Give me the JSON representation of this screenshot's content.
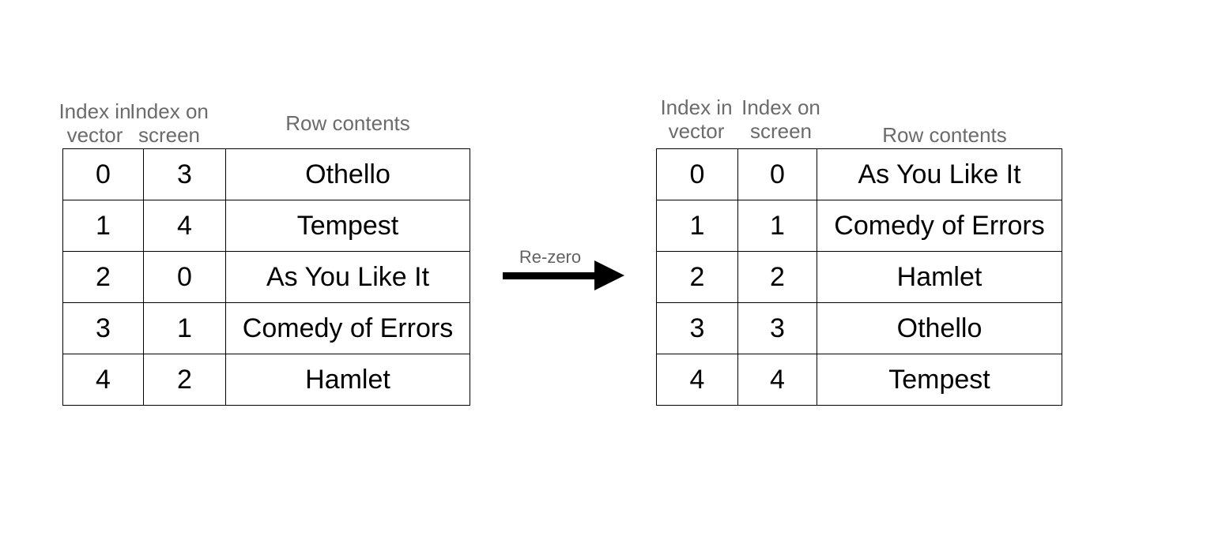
{
  "colors": {
    "background": "#ffffff",
    "header_text": "#6b6b6b",
    "cell_text": "#000000",
    "table_border": "#000000",
    "arrow": "#000000",
    "arrow_label_text": "#636363"
  },
  "arrow": {
    "label": "Re-zero"
  },
  "left_table": {
    "headers": {
      "index_in_vector_line1": "Index in",
      "index_in_vector_line2": "vector",
      "index_on_screen_line1": "Index on",
      "index_on_screen_line2": "screen",
      "row_contents": "Row contents"
    },
    "rows": [
      {
        "index_in_vector": "0",
        "index_on_screen": "3",
        "row_contents": "Othello"
      },
      {
        "index_in_vector": "1",
        "index_on_screen": "4",
        "row_contents": "Tempest"
      },
      {
        "index_in_vector": "2",
        "index_on_screen": "0",
        "row_contents": "As You Like It"
      },
      {
        "index_in_vector": "3",
        "index_on_screen": "1",
        "row_contents": "Comedy of Errors"
      },
      {
        "index_in_vector": "4",
        "index_on_screen": "2",
        "row_contents": "Hamlet"
      }
    ]
  },
  "right_table": {
    "headers": {
      "index_in_vector_line1": "Index in",
      "index_in_vector_line2": "vector",
      "index_on_screen_line1": "Index on",
      "index_on_screen_line2": "screen",
      "row_contents": "Row contents"
    },
    "rows": [
      {
        "index_in_vector": "0",
        "index_on_screen": "0",
        "row_contents": "As You Like It"
      },
      {
        "index_in_vector": "1",
        "index_on_screen": "1",
        "row_contents": "Comedy of Errors"
      },
      {
        "index_in_vector": "2",
        "index_on_screen": "2",
        "row_contents": "Hamlet"
      },
      {
        "index_in_vector": "3",
        "index_on_screen": "3",
        "row_contents": "Othello"
      },
      {
        "index_in_vector": "4",
        "index_on_screen": "4",
        "row_contents": "Tempest"
      }
    ]
  }
}
